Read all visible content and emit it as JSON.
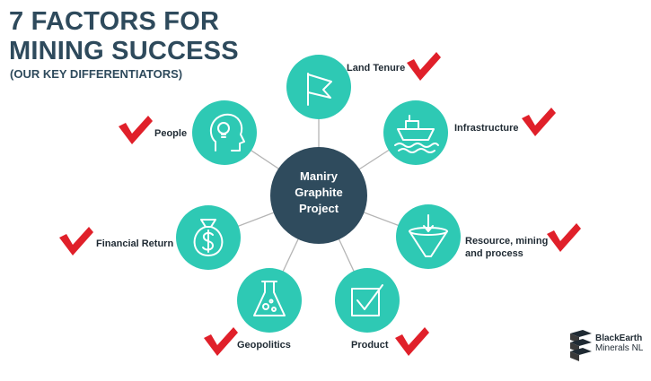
{
  "header": {
    "title_line1": "7 FACTORS FOR",
    "title_line2": "MINING SUCCESS",
    "subtitle": "(OUR KEY DIFFERENTIATORS)"
  },
  "center": {
    "line1": "Maniry",
    "line2": "Graphite",
    "line3": "Project"
  },
  "factors": [
    {
      "label": "Land Tenure",
      "icon": "flag-icon"
    },
    {
      "label": "Infrastructure",
      "icon": "ship-icon"
    },
    {
      "label": "Resource, mining",
      "label2": "and process",
      "icon": "funnel-icon"
    },
    {
      "label": "Product",
      "icon": "checkbox-icon"
    },
    {
      "label": "Geopolitics",
      "icon": "flask-icon"
    },
    {
      "label": "Financial Return",
      "icon": "money-bag-icon"
    },
    {
      "label": "People",
      "icon": "head-lightbulb-icon"
    }
  ],
  "logo": {
    "line1": "BlackEarth",
    "line2": "Minerals NL"
  },
  "colors": {
    "teal": "#2ec9b4",
    "center": "#2f4b5d",
    "check": "#e0202a",
    "title": "#2e4a5c",
    "connector": "#b5b5b5"
  }
}
